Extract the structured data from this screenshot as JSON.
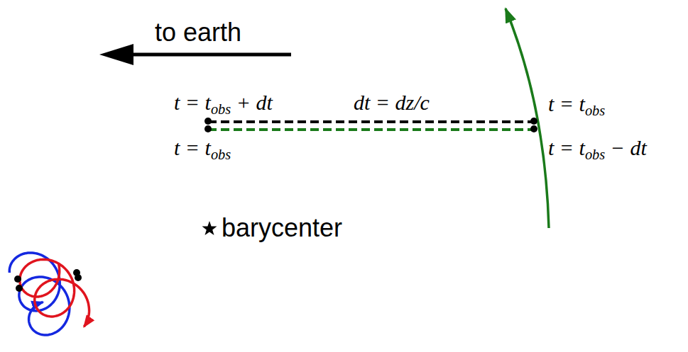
{
  "diagram": {
    "labels": [
      "to earth",
      "t = tobs + dt",
      "dt = dz/c",
      "t = tobs",
      "t = tobs",
      "t = tobs − dt",
      "barycenter"
    ]
  }
}
